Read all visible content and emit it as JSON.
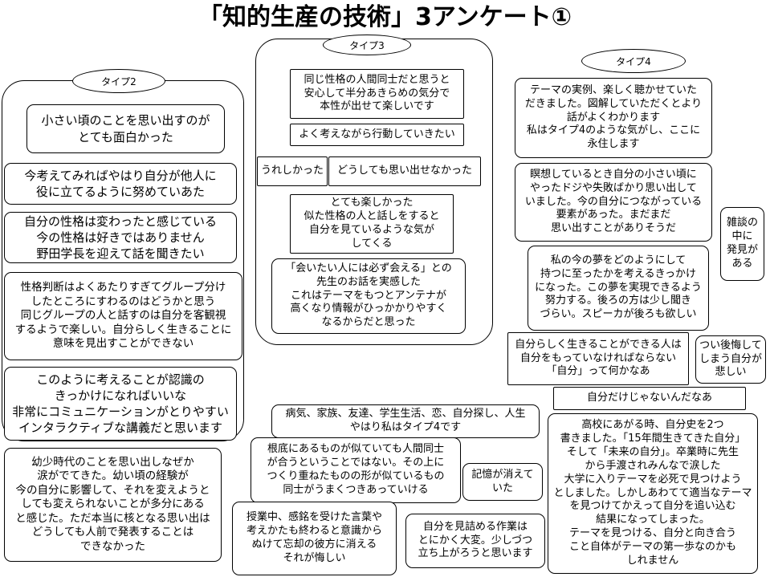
{
  "title": "「知的生産の技術」3アンケート①",
  "type_labels": {
    "type2": "タイプ2",
    "type3": "タイプ3",
    "type4": "タイプ4"
  },
  "comments": {
    "t2_1": "小さい頃のことを思い出すのが\nとても面白かった",
    "t2_2": "今考えてみればやはり自分が他人に\n役に立てるように努めていあた",
    "t2_3": "自分の性格は変わったと感じている\n今の性格は好きではありません\n野田学長を迎えて話を聞きたい",
    "t2_4": "性格判断はよくあたりすぎてグループ分け\nしたところにすわるのはどうかと思う\n同じグループの人と話すのは自分を客観視\nするようで楽しい。自分らしく生きることに\n意味を見出すことができない",
    "t2_5": "このように考えることが認識の\nきっかけになればいいな\n非常にコミュニケーションがとりやすい\nインタラクティブな講義だと思います",
    "t2_6": "幼少時代のことを思い出しなぜか\n涙がでてきた。幼い頃の経験が\n今の自分に影響して、それを変えようと\nしても変えられないことが多分にある\nと感じた。ただ本当に核となる思い出は\nどうしても人前で発表することは\nできなかった",
    "t3_1": "同じ性格の人間同士だと思うと\n安心して半分あきらめの気分で\n本性が出せて楽しいです",
    "t3_2": "よく考えながら行動していきたい",
    "t3_3": "うれしかった",
    "t3_4": "どうしても思い出せなかった",
    "t3_5": "とても楽しかった\n似た性格の人と話しをすると\n自分を見ているような気が\nしてくる",
    "t3_6": "「会いたい人には必ず会える」との\n先生のお話を実感した\nこれはテーマをもつとアンテナが\n高くなり情報がひっかかりやすく\nなるからだと思った",
    "t4_1": "テーマの実例、楽しく聴かせていた\nだきました。図解していただくとより\n話がよくわかります\n私はタイプ4のような気がし、ここに\n永住します",
    "t4_2": "瞑想しているとき自分の小さい頃に\nやったドジや失敗ばかり思い出して\nいました。今の自分につながっている\n要素があった。まだまだ\n思い出すことがありそうだ",
    "m_1": "雑談の\n中に\n発見が\nある",
    "m_2": "私の今の夢をどのようにして\n持つに至ったかを考えるきっかけ\nになった。この夢を実現できるよう\n努力する。後ろの方は少し聞き\nづらい。スピーカが後ろも欲しい",
    "m_3": "自分らしく生きることができる人は\n自分をもっていなければならない\n「自分」って何かなあ",
    "m_4": "つい後悔して\nしまう自分が\n悲しい",
    "m_5": "自分だけじゃないんだなあ",
    "m_6": "高校にあがる時、自分史を2つ\n書きました。「15年間生きてきた自分」\nそして「未来の自分」。卒業時に先生\nから手渡されみんなで涙した\n大学に入りテーマを必死で見つけよう\nとしました。しかしあわてて適当なテーマ\nを見つけてかえって自分を追い込む\n結果になってしまった。\nテーマを見つける、自分と向き合う\nこと自体がテーマの第一歩なのかも\nしれません",
    "m_7": "病気、家族、友達、学生生活、恋、自分探し、人生\nやはり私はタイプ4です",
    "m_8": "根底にあるものが似ていても人間同士\nが合うということではない。その上に\nつくり重ねたものの形が似ているもの\n同士がうまくつきあっていける",
    "m_9": "記憶が消えて\nいた",
    "m_10": "授業中、感銘を受けた言葉や\n考えかたも終わると意識から\nぬけて忘却の彼方に消える\nそれが悔しい",
    "m_11": "自分を見詰める作業は\nとにかく大変。少しづつ\n立ち上がろうと思います"
  }
}
